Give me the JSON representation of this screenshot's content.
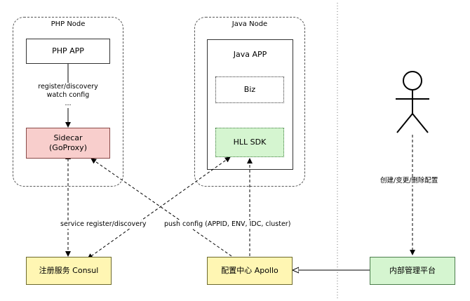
{
  "groups": {
    "php_node": "PHP Node",
    "java_node": "Java Node"
  },
  "nodes": {
    "php_app": "PHP APP",
    "sidecar_line1": "Sidecar",
    "sidecar_line2": "(GoProxy)",
    "java_app": "Java APP",
    "biz": "Biz",
    "hll_sdk": "HLL SDK",
    "consul": "注册服务 Consul",
    "apollo": "配置中心 Apollo",
    "platform": "内部管理平台"
  },
  "labels": {
    "register_discovery": "register/discovery",
    "watch_config": "watch config",
    "ellipsis": "...",
    "service_register": "service register/discovery",
    "push_config": "push config (APPID, ENV, IDC, cluster)",
    "crud_config": "创建/变更/删除配置"
  },
  "colors": {
    "sidecar_fill": "#f8cecc",
    "sdk_fill": "#d5f5d0",
    "consul_fill": "#fff6b3",
    "platform_fill": "#d5f5d0"
  }
}
